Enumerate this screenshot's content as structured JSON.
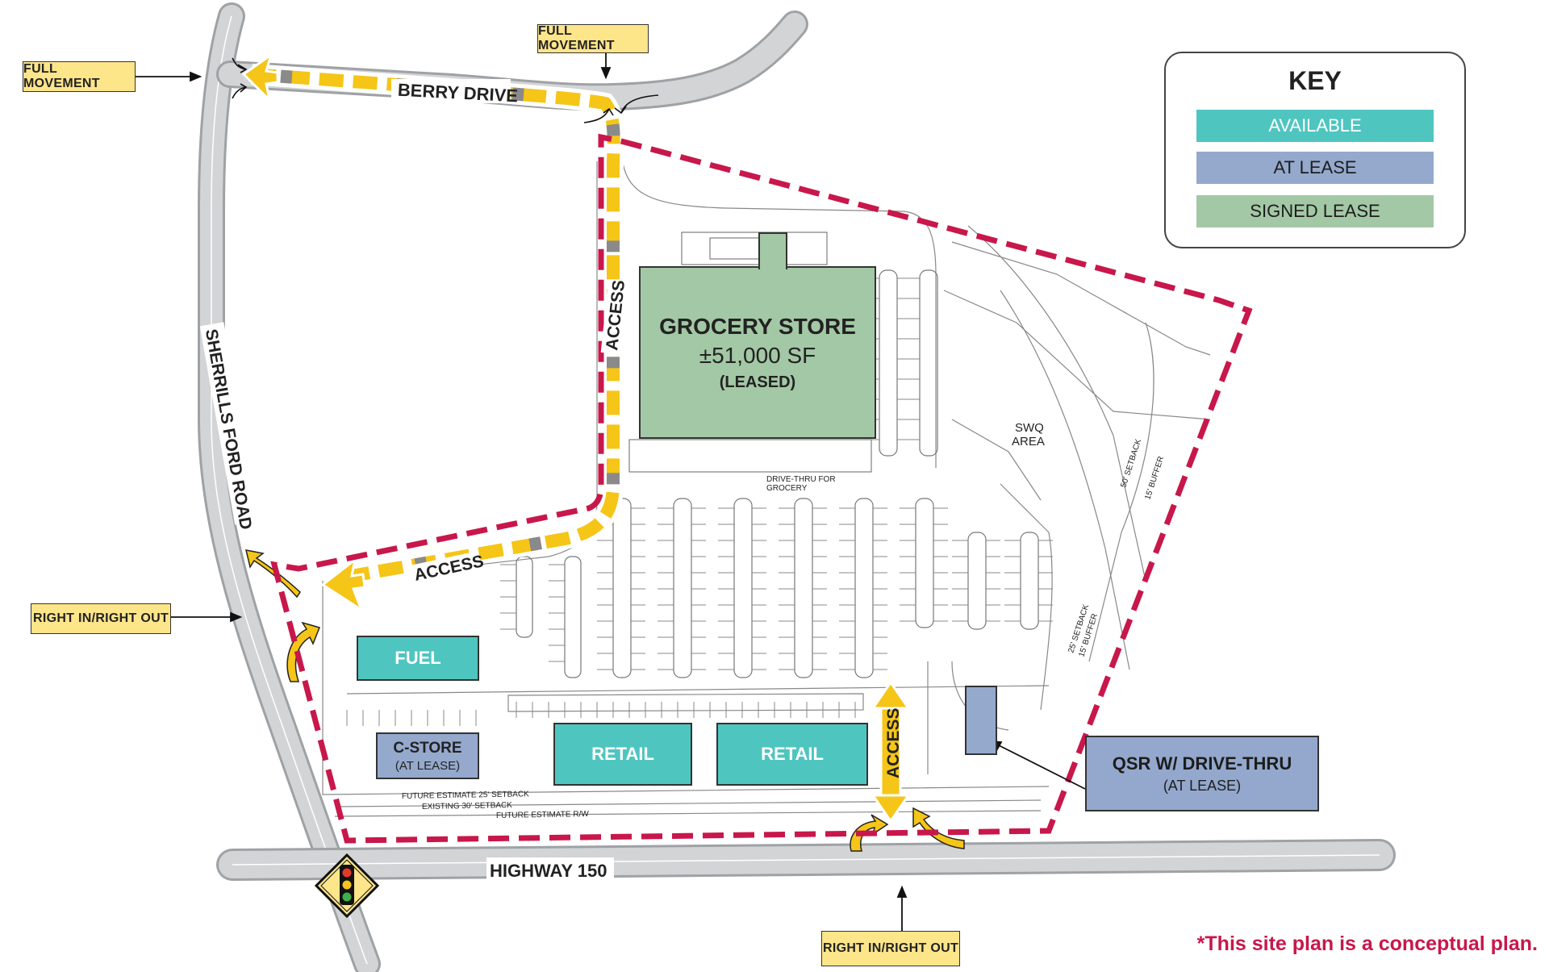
{
  "colors": {
    "available": "#4fc5c0",
    "at_lease": "#95a9cd",
    "signed_lease": "#a3c8a5",
    "boundary": "#c8174b",
    "access_route": "#f5c518",
    "road": "#c4c6c8",
    "callout": "#fde58a"
  },
  "roads": {
    "berry_drive": "BERRY DRIVE",
    "sherrills_ford_road": "SHERRILLS FORD ROAD",
    "highway_150": "HIGHWAY 150"
  },
  "callouts": {
    "full_movement_west": "FULL MOVEMENT",
    "full_movement_north": "FULL MOVEMENT",
    "right_in_out_west": "RIGHT IN/RIGHT OUT",
    "right_in_out_south": "RIGHT IN/RIGHT OUT"
  },
  "access_labels": {
    "north": "ACCESS",
    "west": "ACCESS",
    "south": "ACCESS"
  },
  "key": {
    "title": "KEY",
    "available": "AVAILABLE",
    "at_lease": "AT LEASE",
    "signed_lease": "SIGNED LEASE"
  },
  "buildings": {
    "grocery": {
      "name": "GROCERY STORE",
      "size": "±51,000 SF",
      "status": "(LEASED)"
    },
    "fuel": {
      "name": "FUEL"
    },
    "cstore": {
      "name": "C-STORE",
      "status": "(AT LEASE)"
    },
    "retail_1": {
      "name": "RETAIL"
    },
    "retail_2": {
      "name": "RETAIL"
    },
    "qsr": {
      "name": "QSR W/ DRIVE-THRU",
      "status": "(AT LEASE)"
    }
  },
  "site_labels": {
    "swq_line1": "SWQ",
    "swq_line2": "AREA",
    "drive_thru_line1": "DRIVE-THRU FOR",
    "drive_thru_line2": "GROCERY",
    "setback_future": "FUTURE ESTIMATE 25' SETBACK",
    "setback_existing": "EXISTING 30' SETBACK",
    "rw_future": "FUTURE ESTIMATE R/W",
    "setback_50": "50' SETBACK",
    "buffer_15": "15' BUFFER",
    "setback_25": "25' SETBACK",
    "buffer_15b": "15' BUFFER"
  },
  "disclaimer": "*This site plan is a conceptual plan."
}
